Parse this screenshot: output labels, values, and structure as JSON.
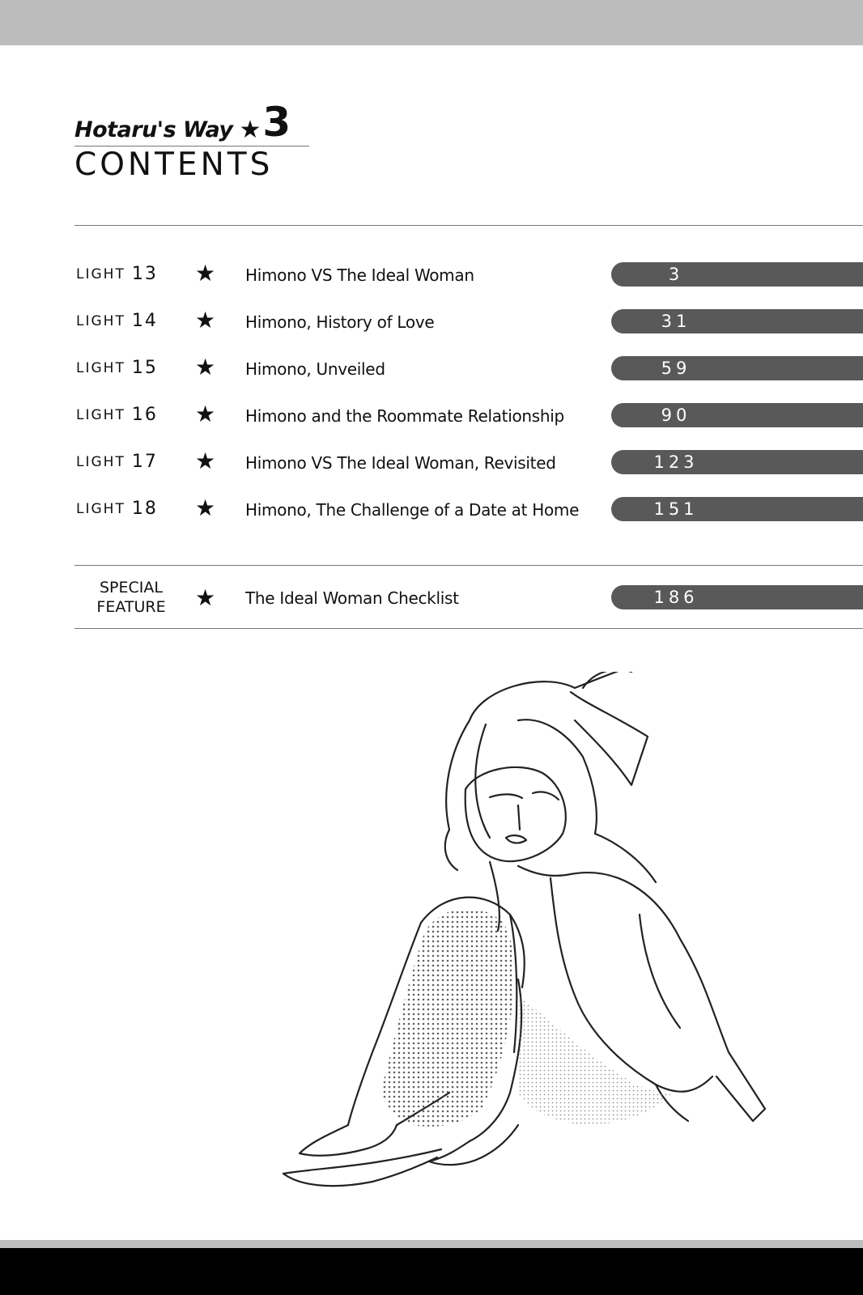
{
  "header": {
    "series_name": "Hotaru's Way",
    "star": "★",
    "volume": "3",
    "heading": "CONTENTS"
  },
  "toc": [
    {
      "label": "LIGHT",
      "number": "13",
      "title": "Himono VS The Ideal Woman",
      "page": "3"
    },
    {
      "label": "LIGHT",
      "number": "14",
      "title": "Himono, History of Love",
      "page": "31"
    },
    {
      "label": "LIGHT",
      "number": "15",
      "title": "Himono, Unveiled",
      "page": "59"
    },
    {
      "label": "LIGHT",
      "number": "16",
      "title": "Himono and the Roommate Relationship",
      "page": "90"
    },
    {
      "label": "LIGHT",
      "number": "17",
      "title": "Himono VS The Ideal Woman, Revisited",
      "page": "123"
    },
    {
      "label": "LIGHT",
      "number": "18",
      "title": "Himono, The Challenge of a Date at Home",
      "page": "151"
    }
  ],
  "special": {
    "label_line1": "SPECIAL",
    "label_line2": "FEATURE",
    "title": "The Ideal Woman Checklist",
    "page": "186"
  },
  "colors": {
    "top_band": "#bcbcbc",
    "page_pill": "#595959",
    "bottom_band": "#000000"
  }
}
